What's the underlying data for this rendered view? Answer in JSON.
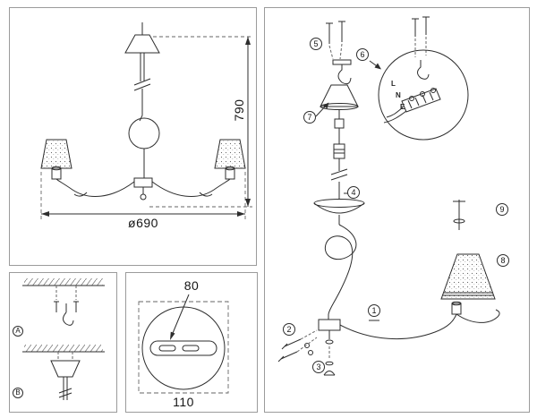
{
  "overview_panel": {
    "height_dim": "790",
    "diameter_dim": "ø690"
  },
  "ceiling_panel": {
    "label_a": "A",
    "label_b": "B"
  },
  "bracket_panel": {
    "slot_dim": "80",
    "plate_dim": "110"
  },
  "assembly_panel": {
    "callouts": [
      "1",
      "2",
      "3",
      "4",
      "5",
      "6",
      "7",
      "8",
      "9"
    ],
    "terminal_labels": [
      "L",
      "N",
      "E"
    ]
  }
}
